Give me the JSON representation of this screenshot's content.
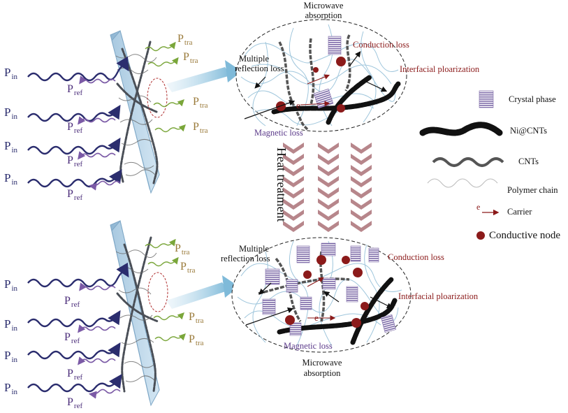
{
  "colors": {
    "wave_in": "#2b2d6e",
    "wave_ref": "#7b5aa6",
    "wave_tra": "#7aa63a",
    "slab": "#b8d4e8",
    "chevron": "#b0797f",
    "node": "#8b1a1a",
    "crystal": "#7d6aa8",
    "polymer": "#9fc6dc"
  },
  "labels": {
    "p": "P",
    "in": "in",
    "ref": "ref",
    "tra": "tra",
    "heat_treatment": "Heat treatment"
  },
  "top_panel": {
    "title_line1": "Microwave",
    "title_line2": "absorption",
    "multiple_line1": "Multiple",
    "multiple_line2": "reflection loss",
    "conduction": "Conduction loss",
    "interfacial": "Interfacial ploarization",
    "magnetic": "Magnetic loss",
    "carrier_symbol": "e"
  },
  "bottom_panel": {
    "title_line1": "Microwave",
    "title_line2": "absorption",
    "multiple_line1": "Multiple",
    "multiple_line2": "reflection loss",
    "conduction": "Conduction loss",
    "interfacial": "Interfacial ploarization",
    "magnetic": "Magnetic loss",
    "carrier_symbol": "e"
  },
  "legend": {
    "crystal": "Crystal phase",
    "ni_cnts": "Ni@CNTs",
    "cnts": "CNTs",
    "polymer": "Polymer chain",
    "carrier": "Carrier",
    "carrier_symbol": "e",
    "node": "Conductive node"
  }
}
